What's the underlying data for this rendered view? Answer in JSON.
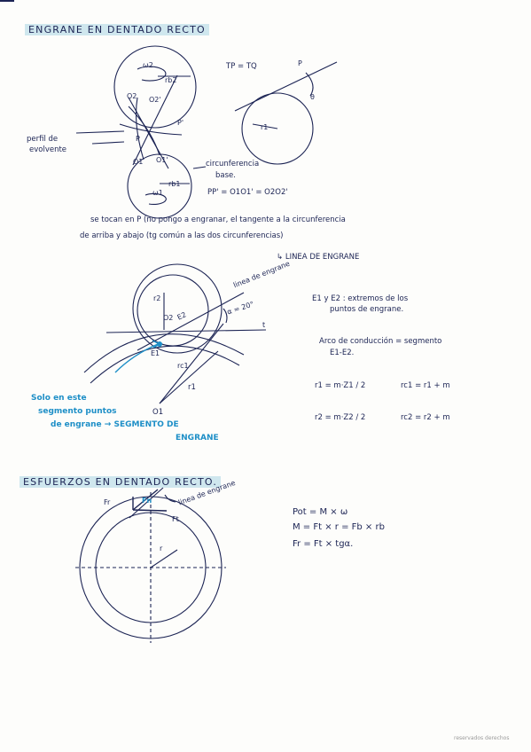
{
  "section1": {
    "title": "ENGRANE EN DENTADO RECTO",
    "label_w2": "ω2",
    "label_rb2": "rb2",
    "label_o2": "O2",
    "label_o2p": "O2'",
    "label_p": "P",
    "label_pp": "P'",
    "label_o1": "O1",
    "label_o1p": "O1'",
    "label_rb1": "rb1",
    "label_w1": "ω1",
    "label_perfil": "perfil de",
    "label_evolvente": "evolvente",
    "label_circ": "circunferencia",
    "label_base": "base.",
    "equation_pp": "PP' = O1O1' = O2O2'",
    "equation_tp": "TP = TQ",
    "label_p_right": "P",
    "label_theta": "θ",
    "label_r_right": "r1",
    "sentence_line1": "se tocan en P (no pongo a engranar, el tangente a la circunferencia",
    "sentence_line2": "de arriba y abajo (tg común a las dos circunferencias)",
    "linea_arrow": "↳",
    "linea_engrane": "LINEA DE ENGRANE"
  },
  "section2": {
    "label_linea": "linea de",
    "label_engrane": "engrane",
    "label_angle": "α = 20°",
    "label_t": "t",
    "label_r2": "r2",
    "label_o2": "O2",
    "label_e2": "E2",
    "label_e1": "E1",
    "label_rc1": "rc1",
    "label_r1": "r1",
    "label_o1": "O1",
    "note_e1e2_line1": "E1 y E2 : extremos de los",
    "note_e1e2_line2": "puntos de engrane.",
    "note_arco_line1": "Arco de conducción = segmento",
    "note_arco_line2": "E1-E2.",
    "eq_r1": "r1 = m·Z1 / 2",
    "eq_rc1": "rc1 = r1 + m",
    "eq_r2": "r2 = m·Z2 / 2",
    "eq_rc2": "rc2 = r2 + m",
    "blue_line1": "Solo en este",
    "blue_line2": "segmento puntos",
    "blue_line3": "de engrane → SEGMENTO DE",
    "blue_line4": "ENGRANE"
  },
  "section3": {
    "title": "ESFUERZOS EN DENTADO RECTO.",
    "label_fr": "Fr",
    "label_fn": "Fn",
    "label_ft": "Ft",
    "label_linea": "linea",
    "label_de": "de",
    "label_engrane": "engrane",
    "label_r": "r",
    "eq_pot": "Pot = M × ω",
    "eq_m": "M = Ft × r = Fb × rb",
    "eq_fr": "Fr = Ft × tgα."
  },
  "footer": {
    "text": "reservados derechos"
  },
  "colors": {
    "ink": "#1c2454",
    "blue_note": "#1e8fc7",
    "highlight": "#8ec9dc"
  }
}
